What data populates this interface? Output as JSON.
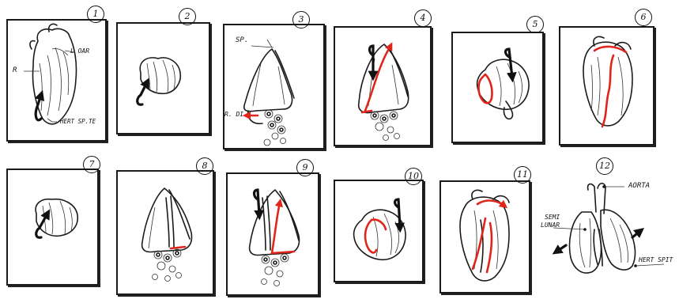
{
  "step_numbers": [
    "1",
    "2",
    "3",
    "4",
    "5",
    "6",
    "7",
    "8",
    "9",
    "10",
    "11",
    "12"
  ],
  "labels": {
    "p1_r": "R",
    "p1_l_oar": "L OAR",
    "p1_hert": "HERT SP.TE",
    "p3_sp": "SP.",
    "p3_r_di": "R. DI",
    "p12_aorta": "AORTA",
    "p12_semi": "SEMI",
    "p12_lunar": "LUNAR",
    "p12_hert": "HERT SPIT"
  },
  "colors": {
    "ink": "#1b1b1b",
    "red": "#e0251b",
    "paper": "#ffffff"
  }
}
